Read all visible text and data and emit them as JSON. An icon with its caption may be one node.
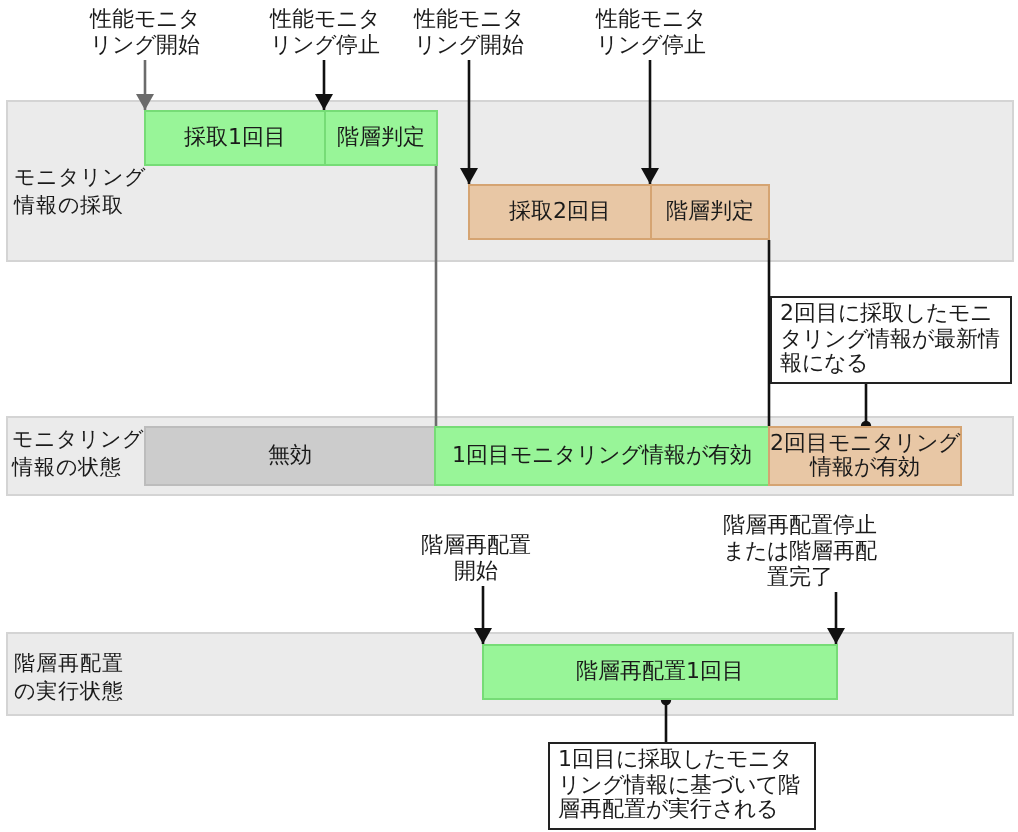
{
  "diagram": {
    "nodes": [
      {
        "text": [
          "性能モニタリング開始"
        ]
      },
      {
        "text": [
          "性能モニタリング停止"
        ]
      },
      {
        "text": [
          "性能モニタリング開始"
        ]
      },
      {
        "text": [
          "性能モニタリング停止"
        ]
      },
      {
        "text": [
          "モニタリング情報の採取"
        ]
      },
      {
        "text": [
          "採取1回目"
        ],
        "in": 4
      },
      {
        "text": [
          "階層判定"
        ],
        "in": 4
      },
      {
        "text": [
          "採取2回目"
        ],
        "in": 4
      },
      {
        "text": [
          "階層判定"
        ],
        "in": 4
      },
      {
        "text": [
          "2回目に採取したモニタリング情報が最新情報になる"
        ]
      },
      {
        "text": [
          "モニタリング情報の状態"
        ]
      },
      {
        "text": [
          "無効"
        ],
        "in": 10
      },
      {
        "text": [
          "1回目モニタリング情報が有効"
        ],
        "in": 10
      },
      {
        "text": [
          "2回目モニタリング情報が有効"
        ],
        "in": 10
      },
      {
        "text": [
          "階層再配置開始"
        ]
      },
      {
        "text": [
          "階層再配置停止または階層再配置完了"
        ]
      },
      {
        "text": [
          "階層再配置の実行状態"
        ]
      },
      {
        "text": [
          "階層再配置1回目"
        ],
        "in": 16
      },
      {
        "text": [
          "1回目に採取したモニタリング情報に基づいて階層再配置が実行される"
        ]
      }
    ],
    "edges": [
      {
        "from": 0,
        "to": 5,
        "arrow": "to",
        "color": "#6b6b6b"
      },
      {
        "from": 1,
        "to": 5,
        "arrow": "to"
      },
      {
        "from": 2,
        "to": 7,
        "arrow": "to"
      },
      {
        "from": 3,
        "to": 7,
        "arrow": "to"
      },
      {
        "from": 6,
        "to": 12,
        "arrow": "none",
        "color": "#6b6b6b"
      },
      {
        "from": 8,
        "to": 13,
        "arrow": "none"
      },
      {
        "from": 9,
        "to": 13,
        "arrow": "other"
      },
      {
        "from": 14,
        "to": 17,
        "arrow": "to"
      },
      {
        "from": 15,
        "to": 17,
        "arrow": "to"
      },
      {
        "from": 18,
        "to": 17,
        "arrow": "other"
      }
    ]
  }
}
